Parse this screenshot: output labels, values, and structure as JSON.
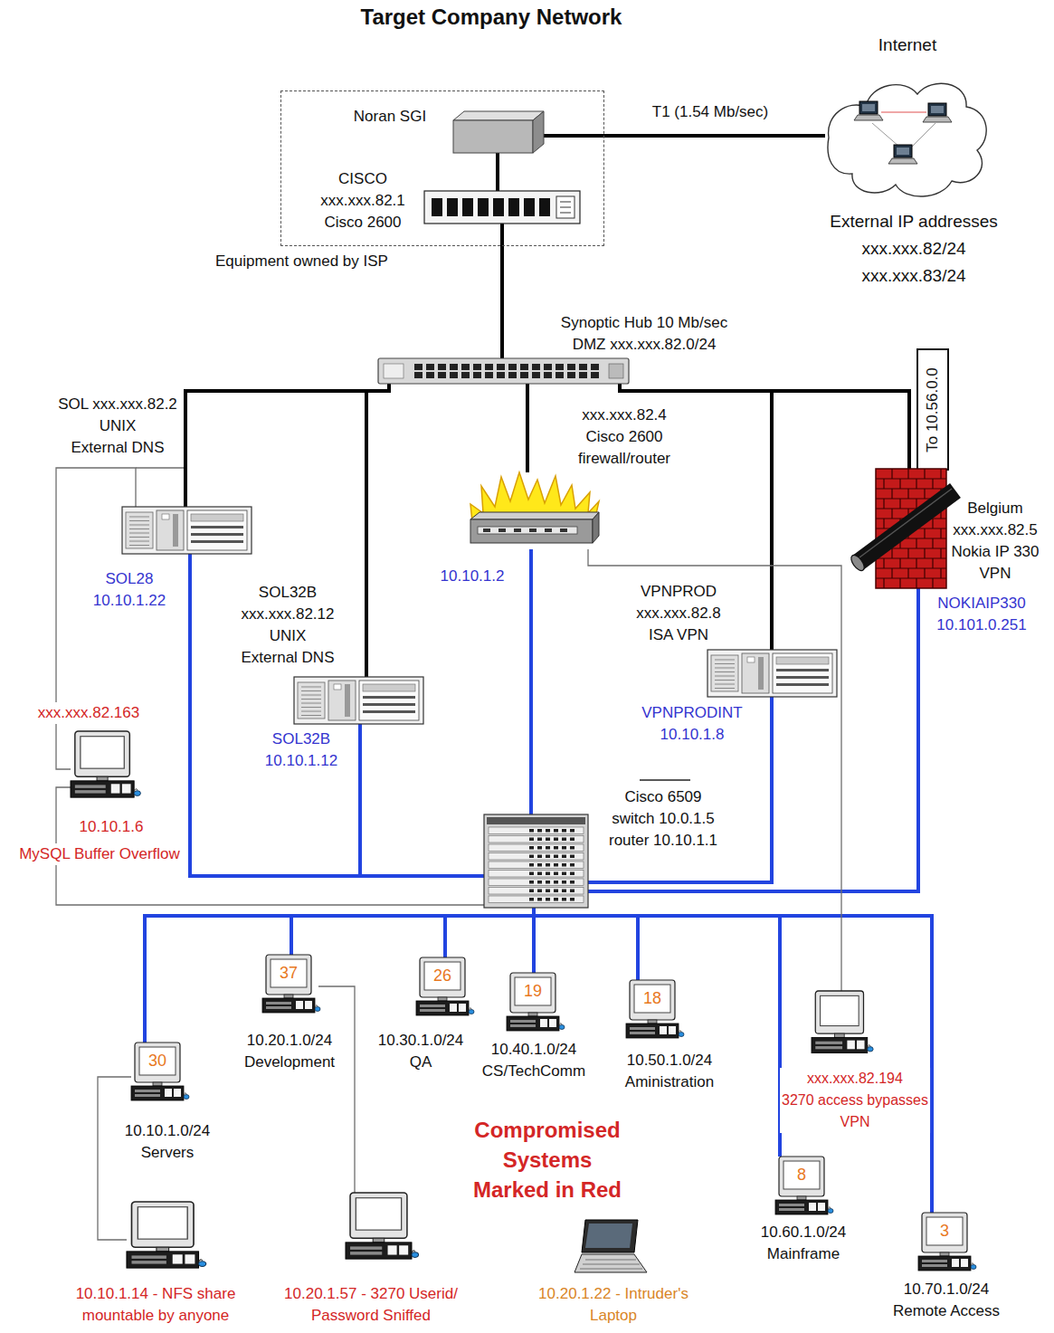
{
  "diagram": {
    "title": "Target Company Network",
    "nodes": [
      {
        "text": [
          "Internet"
        ]
      },
      {
        "text": [
          "Equipment owned by ISP"
        ]
      },
      {
        "text": [
          "Noran SGI"
        ],
        "in": 1
      },
      {
        "text": [
          "CISCO xxx.xxx.82.1 Cisco 2600"
        ],
        "in": 1
      },
      {
        "text": [
          "Synoptic Hub 10 Mb/sec DMZ xxx.xxx.82.0/24"
        ]
      },
      {
        "text": [
          "To 10.56.0.0"
        ]
      },
      {
        "text": [
          "SOL xxx.xxx.82.2 UNIX External DNS",
          "SOL28 10.10.1.22"
        ]
      },
      {
        "text": [
          "xxx.xxx.82.4 Cisco 2600 firewall/router",
          "10.10.1.2"
        ]
      },
      {
        "text": [
          "Belgium xxx.xxx.82.5 Nokia IP 330 VPN",
          "NOKIAIP330 10.101.0.251"
        ]
      },
      {
        "text": [
          "SOL32B xxx.xxx.82.12 UNIX External DNS",
          "SOL32B 10.10.1.12"
        ]
      },
      {
        "text": [
          "VPNPROD xxx.xxx.82.8 ISA VPN",
          "VPNPRODINT 10.10.1.8"
        ]
      },
      {
        "text": [
          "xxx.xxx.82.163",
          "10.10.1.6",
          "MySQL Buffer Overflow"
        ]
      },
      {
        "text": [
          "Cisco 6509 switch 10.0.1.5 router 10.10.1.1"
        ]
      },
      {
        "text": [
          "37",
          "10.20.1.0/24 Development"
        ]
      },
      {
        "text": [
          "26",
          "10.30.1.0/24 QA"
        ]
      },
      {
        "text": [
          "19",
          "10.40.1.0/24 CS/TechComm"
        ]
      },
      {
        "text": [
          "18",
          "10.50.1.0/24 Aministration"
        ]
      },
      {
        "text": [
          "xxx.xxx.82.194 3270 access bypasses VPN"
        ]
      },
      {
        "text": [
          "30",
          "10.10.1.0/24 Servers"
        ]
      },
      {
        "text": [
          "8",
          "10.60.1.0/24 Mainframe"
        ]
      },
      {
        "text": [
          "3",
          "10.70.1.0/24 Remote Access"
        ]
      },
      {
        "text": [
          "10.10.1.14 - NFS share mountable by anyone"
        ]
      },
      {
        "text": [
          "10.20.1.57 - 3270 Userid/ Password Sniffed"
        ]
      },
      {
        "text": [
          "10.20.1.22 - Intruder's Laptop"
        ]
      }
    ],
    "edges": [
      {
        "from": 2,
        "to": 0,
        "label": "T1 (1.54 Mb/sec)",
        "arrow": "none"
      },
      {
        "from": 2,
        "to": 3,
        "arrow": "none"
      },
      {
        "from": 3,
        "to": 4,
        "arrow": "none"
      },
      {
        "from": 4,
        "to": 6,
        "arrow": "none"
      },
      {
        "from": 4,
        "to": 9,
        "arrow": "none"
      },
      {
        "from": 4,
        "to": 7,
        "arrow": "none"
      },
      {
        "from": 4,
        "to": 10,
        "arrow": "none"
      },
      {
        "from": 4,
        "to": 8,
        "arrow": "none"
      },
      {
        "from": 6,
        "to": 12,
        "arrow": "none"
      },
      {
        "from": 9,
        "to": 12,
        "arrow": "none"
      },
      {
        "from": 7,
        "to": 12,
        "arrow": "none"
      },
      {
        "from": 10,
        "to": 12,
        "arrow": "none"
      },
      {
        "from": 8,
        "to": 12,
        "arrow": "none"
      },
      {
        "from": 12,
        "to": 18,
        "arrow": "none"
      },
      {
        "from": 12,
        "to": 13,
        "arrow": "none"
      },
      {
        "from": 12,
        "to": 14,
        "arrow": "none"
      },
      {
        "from": 12,
        "to": 15,
        "arrow": "none"
      },
      {
        "from": 12,
        "to": 16,
        "arrow": "none"
      },
      {
        "from": 12,
        "to": 19,
        "arrow": "none"
      },
      {
        "from": 12,
        "to": 20,
        "arrow": "none"
      },
      {
        "from": 11,
        "to": 6,
        "arrow": "none"
      },
      {
        "from": 11,
        "to": 12,
        "arrow": "none"
      },
      {
        "from": 18,
        "to": 21,
        "arrow": "none"
      },
      {
        "from": 13,
        "to": 22,
        "arrow": "none"
      },
      {
        "from": 7,
        "to": 17,
        "arrow": "none"
      }
    ],
    "labels": [
      "External IP addresses",
      "xxx.xxx.82/24",
      "xxx.xxx.83/24",
      "Compromised Systems Marked in Red"
    ]
  }
}
